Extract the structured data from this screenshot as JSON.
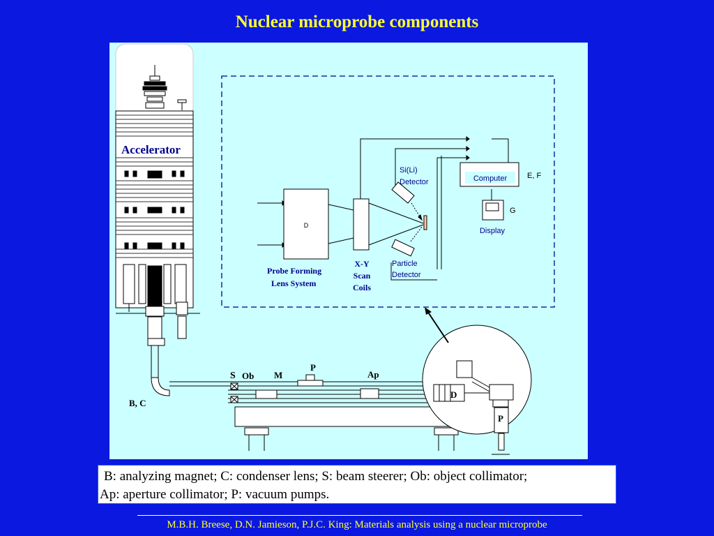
{
  "title": "Nuclear microprobe components",
  "diagram": {
    "accelerator": "Accelerator",
    "d_block": "D",
    "probe_forming": [
      "Probe Forming",
      "Lens System"
    ],
    "scan_coils": [
      "X-Y",
      "Scan",
      "Coils"
    ],
    "si_detector": [
      "Si(Li)",
      "Detector"
    ],
    "particle_detector": [
      "Particle",
      "Detector"
    ],
    "computer": "Computer",
    "ef": "E, F",
    "display": "Display",
    "g": "G",
    "s": "S",
    "ob": "Ob",
    "m": "M",
    "p_top": "P",
    "ap": "Ap",
    "d_lower": "D",
    "p_lower": "P",
    "bc": "B, C"
  },
  "caption": {
    "line1": "B: analyzing magnet; C: condenser lens; S: beam steerer; Ob: object collimator;",
    "line2": "Ap: aperture collimator; P: vacuum pumps."
  },
  "footer": "M.B.H. Breese, D.N. Jamieson, P.J.C. King: Materials analysis using a nuclear microprobe",
  "colors": {
    "background": "#0a18e0",
    "title": "#ffff33",
    "panel": "#ccffff",
    "label_blue": "#00008b",
    "dashed_box": "#1a2a9a"
  }
}
